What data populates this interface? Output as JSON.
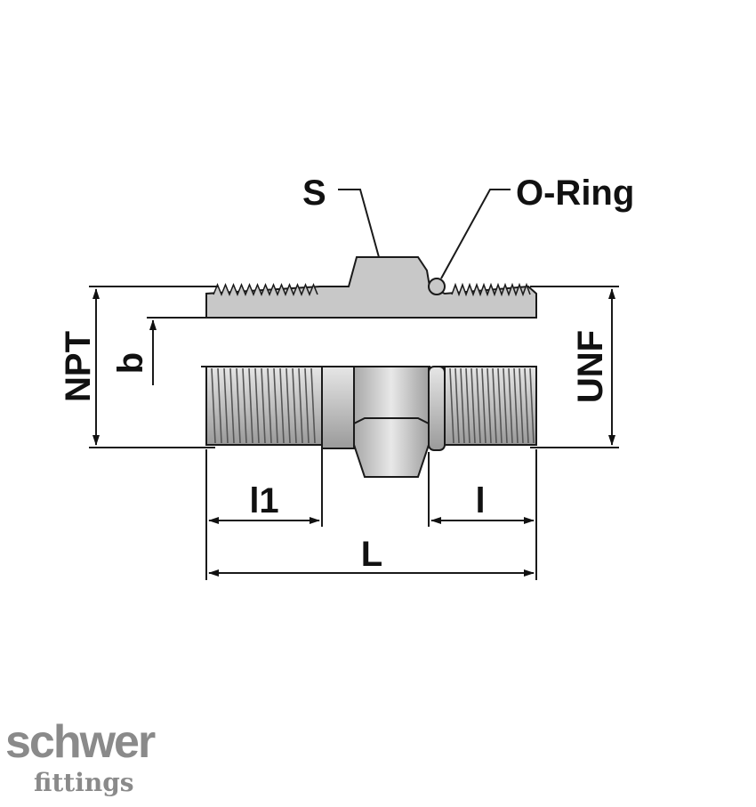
{
  "labels": {
    "s": "S",
    "o_ring": "O-Ring",
    "npt": "NPT",
    "b": "b",
    "unf": "UNF",
    "l1": "l1",
    "l": "l",
    "L": "L"
  },
  "logo": {
    "main": "schwer",
    "sub": "fittings"
  },
  "colors": {
    "body_fill": "#c8c8c8",
    "outline": "#1a1a1a",
    "logo": "#8a8a8a"
  }
}
